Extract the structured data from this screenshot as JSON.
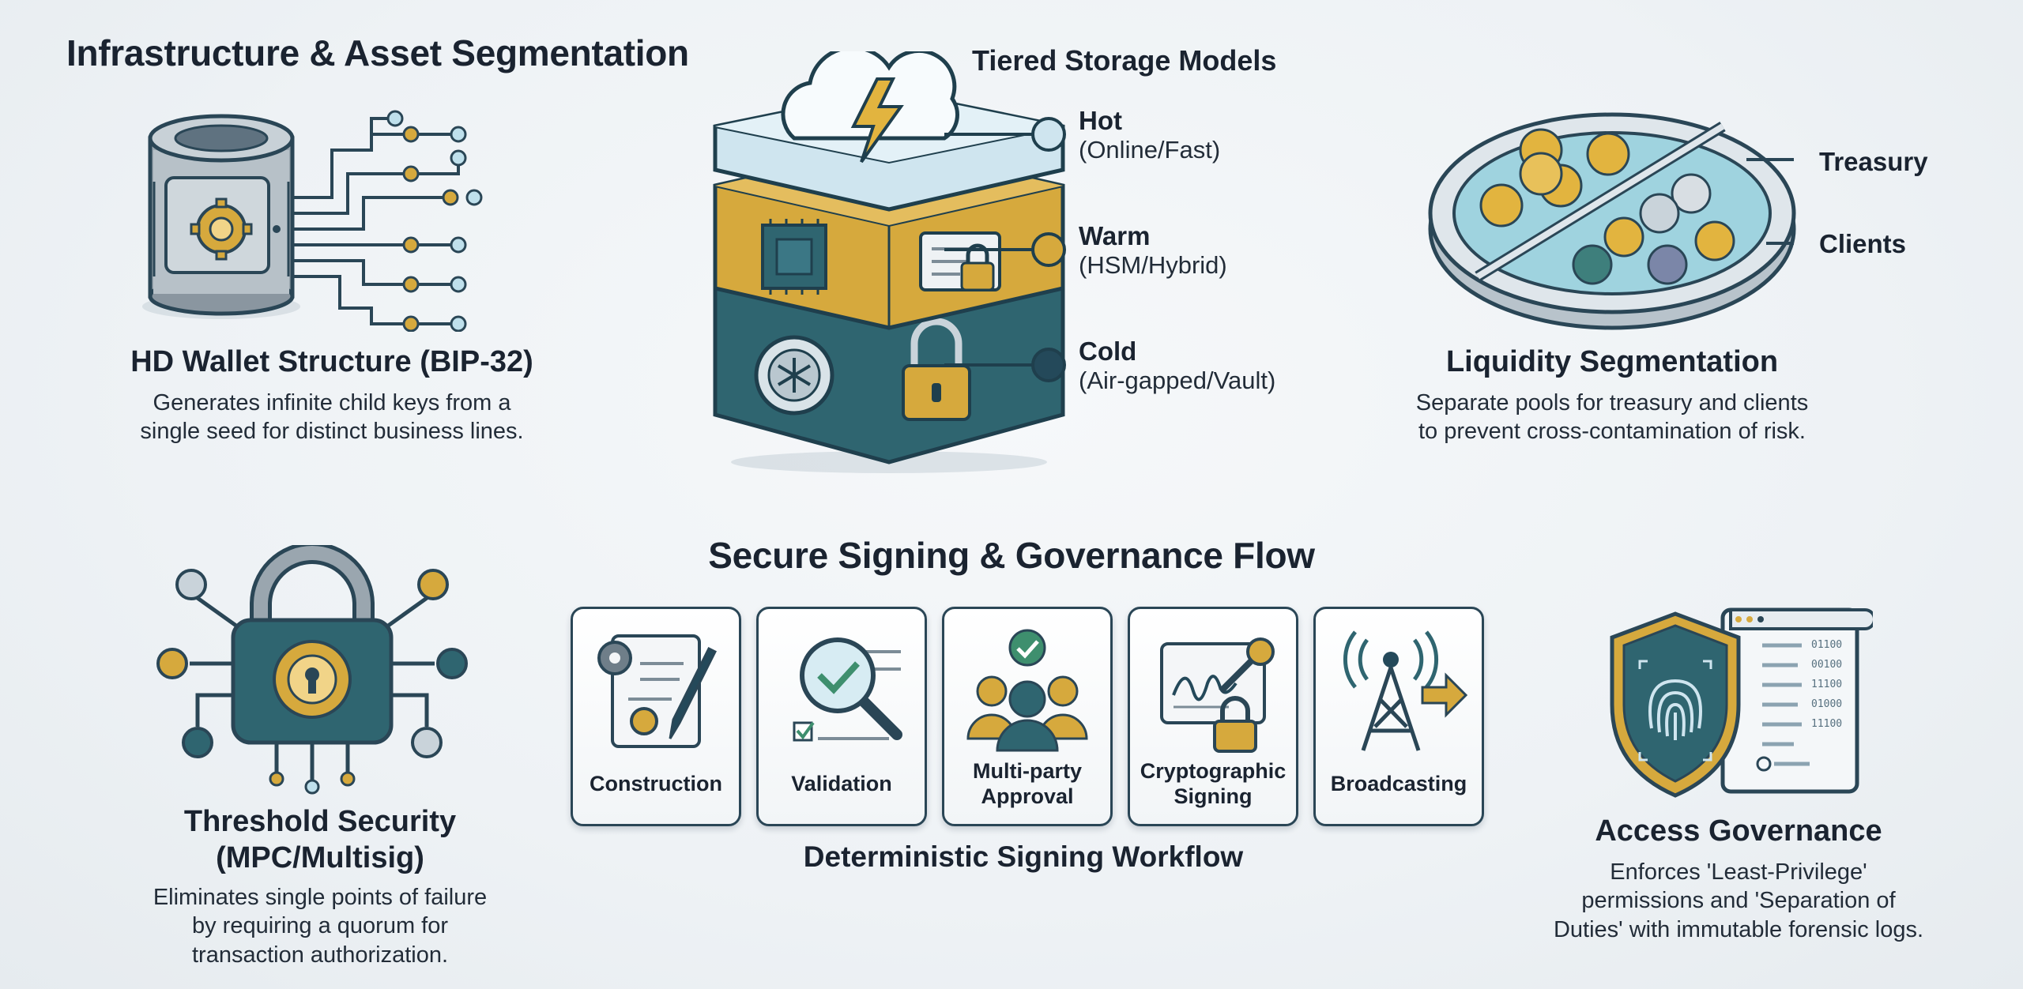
{
  "top": {
    "title": "Infrastructure & Asset Segmentation",
    "hd_wallet": {
      "title": "HD Wallet Structure (BIP-32)",
      "description_lines": [
        "Generates infinite child keys from a",
        "single seed for distinct business lines."
      ]
    },
    "storage": {
      "title": "Tiered Storage Models",
      "tiers": [
        {
          "name": "Hot",
          "sub": "(Online/Fast)"
        },
        {
          "name": "Warm",
          "sub": "(HSM/Hybrid)"
        },
        {
          "name": "Cold",
          "sub": "(Air-gapped/Vault)"
        }
      ]
    },
    "liquidity": {
      "title": "Liquidity Segmentation",
      "labels": [
        "Treasury",
        "Clients"
      ],
      "description_lines": [
        "Separate pools for treasury and clients",
        "to prevent cross-contamination of risk."
      ]
    }
  },
  "bottom": {
    "title": "Secure Signing & Governance Flow",
    "threshold": {
      "title_lines": [
        "Threshold Security",
        "(MPC/Multisig)"
      ],
      "description_lines": [
        "Eliminates single points of failure",
        "by requiring a quorum for",
        "transaction authorization."
      ]
    },
    "workflow": {
      "caption": "Deterministic Signing Workflow",
      "steps": [
        {
          "label_lines": [
            "Construction"
          ]
        },
        {
          "label_lines": [
            "Validation"
          ]
        },
        {
          "label_lines": [
            "Multi-party",
            "Approval"
          ]
        },
        {
          "label_lines": [
            "Cryptographic",
            "Signing"
          ]
        },
        {
          "label_lines": [
            "Broadcasting"
          ]
        }
      ]
    },
    "access": {
      "title": "Access Governance",
      "description_lines": [
        "Enforces 'Least-Privilege'",
        "permissions and 'Separation of",
        "Duties' with immutable forensic logs."
      ],
      "log_codes": [
        "01100",
        "00100",
        "11100",
        "01000",
        "11100"
      ]
    }
  },
  "colors": {
    "navy": "#24495a",
    "teal": "#2f6570",
    "gold": "#d6a93d",
    "ice": "#cfe5ef",
    "steel": "#8e9aa4"
  },
  "icons": [
    "server-cylinder-icon",
    "cloud-lightning-icon",
    "chip-icon",
    "padlock-icon",
    "vault-snowflake-icon",
    "coin-tray-icon",
    "key-icon",
    "gear-icon",
    "document-pen-icon",
    "magnifier-check-icon",
    "people-check-icon",
    "signature-key-icon",
    "antenna-tower-icon",
    "shield-fingerprint-icon",
    "log-scroll-icon"
  ]
}
